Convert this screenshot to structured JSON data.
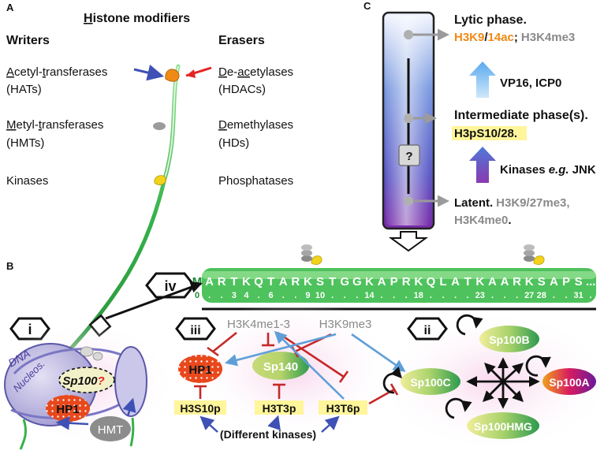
{
  "panelA": {
    "label": "A",
    "title_first": "H",
    "title_rest": "istone modifiers",
    "writers_header": "Writers",
    "erasers_header": "Erasers",
    "w1a": "A",
    "w1b": "cetyl-",
    "w1c": "t",
    "w1d": "ransferases",
    "w1_sub": "(HATs)",
    "w2a": "M",
    "w2b": "etyl-",
    "w2c": "t",
    "w2d": "ransferases",
    "w2_sub": "(HMTs)",
    "w3": "Kinases",
    "e1a": "D",
    "e1b": "e-",
    "e1c": "ac",
    "e1d": "etylases",
    "e1_sub": "(HDACs)",
    "e2a": "D",
    "e2b": "emethylases",
    "e2_sub": "(HDs)",
    "e3": "Phosphatases"
  },
  "panelC": {
    "label": "C",
    "q_mark": "?",
    "lytic_label": "Lytic phase",
    "lytic_dot": ".",
    "lytic_m1": "H3K9",
    "lytic_slash": "/",
    "lytic_m2": "14ac",
    "lytic_semi": ";",
    "lytic_m3": "H3K4me3",
    "factor1": "VP16, ICP0",
    "inter_label": "Intermediate phase(s)",
    "inter_dot": ".",
    "inter_m1": "H3pS10",
    "inter_slash": "/",
    "inter_m2": "28",
    "inter_dot2": ".",
    "factor2_a": "Kinases ",
    "factor2_b": "e.g.",
    "factor2_c": " JNK",
    "latent_label": "Latent",
    "latent_dot": ".",
    "latent_m1": "H3K9/27me3",
    "latent_comma": ",",
    "latent_m2": "H3K4me0",
    "latent_dot2": "."
  },
  "panelB": {
    "label": "B",
    "roman_iv": "iv",
    "roman_i": "i",
    "roman_ii": "ii",
    "roman_iii": "iii",
    "seq_letters": [
      "M",
      "A",
      "R",
      "T",
      "K",
      "Q",
      "T",
      "A",
      "R",
      "K",
      "S",
      "T",
      "G",
      "G",
      "K",
      "A",
      "P",
      "R",
      "K",
      "Q",
      "L",
      "A",
      "T",
      "K",
      "A",
      "A",
      "R",
      "K",
      "S",
      "A",
      "P",
      "S",
      "..."
    ],
    "seq_numbers": [
      "0",
      ".",
      ".",
      "3",
      "4",
      ".",
      "6",
      ".",
      ".",
      "9",
      "10",
      ".",
      ".",
      ".",
      "14",
      ".",
      ".",
      ".",
      "18",
      ".",
      ".",
      ".",
      ".",
      "23",
      ".",
      ".",
      ".",
      "27",
      "28",
      ".",
      ".",
      "31",
      "."
    ],
    "dna_label": "DNA",
    "nucleos_label": "Nucleos.",
    "sp100q_a": "Sp100",
    "sp100q_b": "?",
    "hp1_left": "HP1",
    "hmt": "HMT",
    "h3k4": "H3K4me1-3",
    "h3k9": "H3K9me3",
    "hp1": "HP1",
    "sp140": "Sp140",
    "h3s10": "H3S10p",
    "h3t3": "H3T3p",
    "h3t6": "H3T6p",
    "kinases": "(Different kinases)",
    "sp100b": "Sp100B",
    "sp100a": "Sp100A",
    "sp100c": "Sp100C",
    "sp100hmg": "Sp100HMG"
  },
  "colors": {
    "orange": "#ef8a14",
    "gray_text": "#8a8a8a",
    "yellow_hl": "#fff59a",
    "blue_arrow": "#3f51b5",
    "red_arrow": "#e52424",
    "inhib_red": "#c62828",
    "green": "#27a844",
    "hp1_red": "#e8481c"
  }
}
